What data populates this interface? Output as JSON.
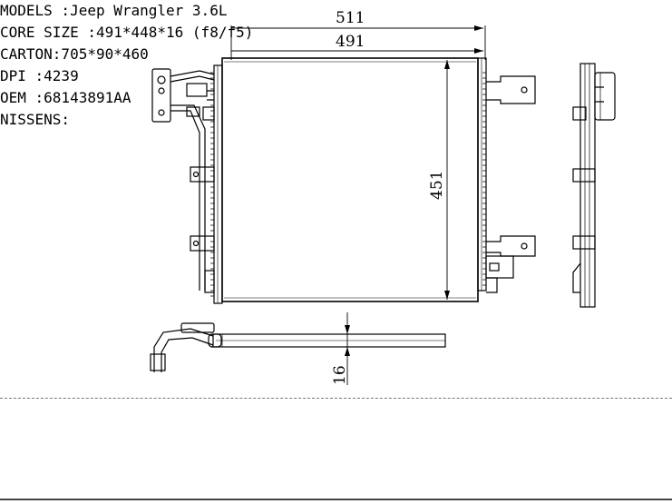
{
  "dimensions": {
    "overall_width": "511",
    "core_width": "491",
    "core_height": "451",
    "core_depth": "16"
  },
  "specs": {
    "models": "MODELS :Jeep Wrangler 3.6L",
    "core_size": "CORE SIZE :491*448*16 (f8/f5)",
    "carton": "CARTON:705*90*460",
    "dpi": "DPI :4239",
    "oem": "OEM :68143891AA",
    "nissens": "NISSENS:"
  }
}
